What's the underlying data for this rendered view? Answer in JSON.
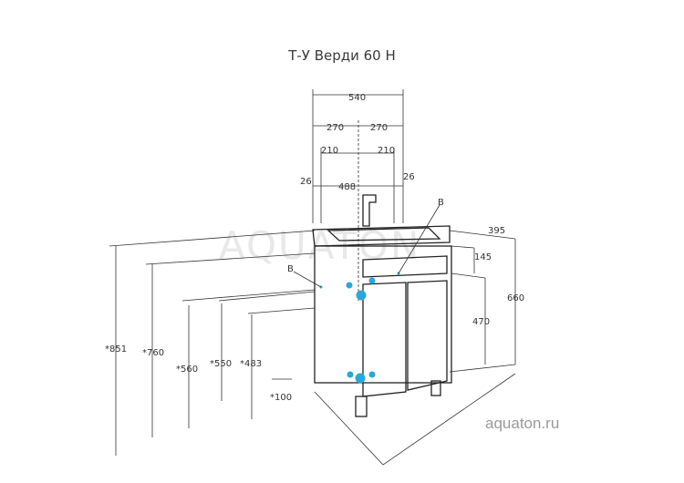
{
  "title": "Т-У Верди 60 Н",
  "website": "aquaton.ru",
  "watermark": "AQUATON",
  "colors": {
    "line": "#333333",
    "connector": "#2aa7d9",
    "background": "#ffffff"
  },
  "dimensions": {
    "width_total": "540",
    "half_left": "270",
    "half_right": "270",
    "offset_left": "210",
    "offset_right": "210",
    "edge_left": "26",
    "edge_right": "26",
    "inner_width": "488",
    "depth": "395",
    "drawer_height": "145",
    "door_height": "470",
    "body_height": "660",
    "total_height": "*851",
    "rim_height": "*760",
    "conn_upper": "*560",
    "conn_mid": "*550",
    "conn_lower": "*483",
    "leg_height": "*100"
  },
  "labels": {
    "marker_left": "B",
    "marker_right": "B"
  }
}
